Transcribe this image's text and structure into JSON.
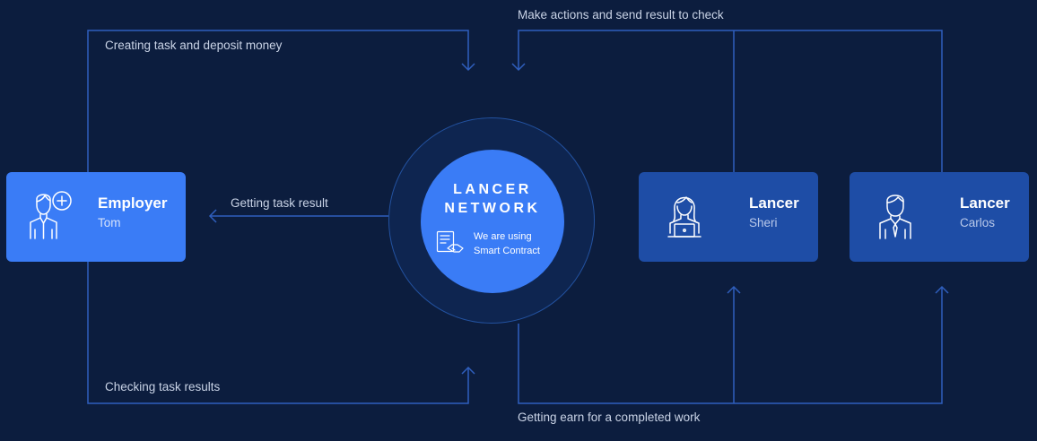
{
  "flows": {
    "top_left": "Creating task and deposit money",
    "top_right": "Make actions and send result to check",
    "middle_left": "Getting task result",
    "bottom_left": "Checking task results",
    "bottom_right": "Getting earn for a completed work"
  },
  "center": {
    "title_line1": "LANCER",
    "title_line2": "NETWORK",
    "note_line1": "We are using",
    "note_line2": "Smart Contract"
  },
  "employer": {
    "role": "Employer",
    "name": "Tom"
  },
  "lancers": [
    {
      "role": "Lancer",
      "name": "Sheri"
    },
    {
      "role": "Lancer",
      "name": "Carlos"
    }
  ],
  "colors": {
    "background": "#0c1d3e",
    "primary_blue": "#3a7cf6",
    "lancer_card": "#1e4da6",
    "wire": "#2f5fbe"
  },
  "icons": {
    "employer": "employer-add-user-icon",
    "lancer_1": "female-laptop-user-icon",
    "lancer_2": "male-user-icon",
    "contract": "smart-contract-handshake-icon"
  }
}
